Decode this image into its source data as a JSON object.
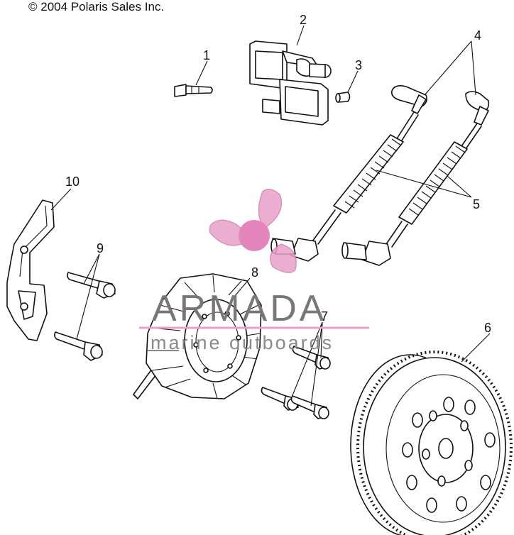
{
  "copyright": "© 2004 Polaris Sales Inc.",
  "callouts": [
    "1",
    "2",
    "3",
    "4",
    "5",
    "6",
    "7",
    "8",
    "9",
    "10"
  ],
  "watermark": {
    "brand": "ARMADA",
    "tagline": "marine outboards",
    "color": "#e8a0c8"
  }
}
